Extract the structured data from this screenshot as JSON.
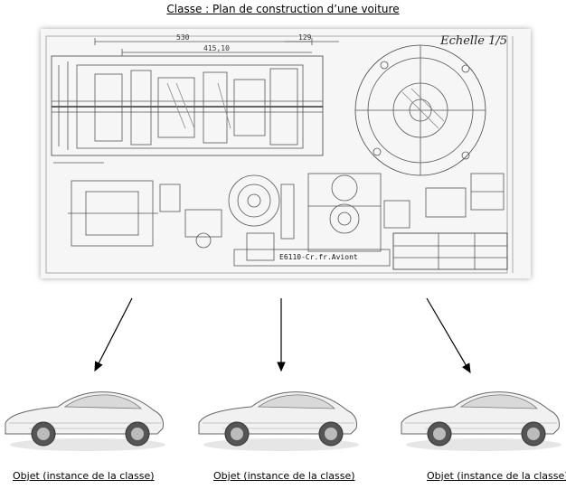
{
  "title": "Classe : Plan de construction d’une voiture",
  "blueprint": {
    "handwritten_label": "Echelle 1/5",
    "dimension_labels": [
      "530",
      "415,10",
      "129"
    ],
    "stamp_text": "E6110-Cr.fr.Aviont"
  },
  "objects": [
    {
      "caption": "Objet (instance de la classe)"
    },
    {
      "caption": "Objet (instance de la classe)"
    },
    {
      "caption": "Objet (instance de la classe)"
    }
  ]
}
